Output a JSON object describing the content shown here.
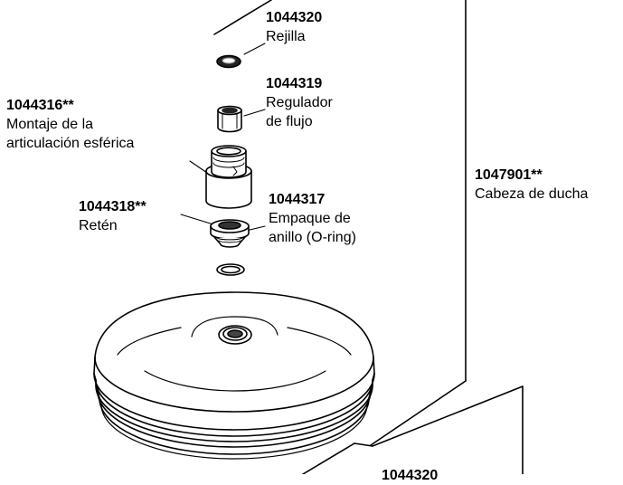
{
  "parts": [
    {
      "key": "rejilla",
      "number": "1044320",
      "name_lines": [
        "Rejilla"
      ]
    },
    {
      "key": "regulador",
      "number": "1044319",
      "name_lines": [
        "Regulador",
        "de flujo"
      ]
    },
    {
      "key": "montaje",
      "number": "1044316**",
      "name_lines": [
        "Montaje de la",
        "articulación esférica"
      ]
    },
    {
      "key": "reten",
      "number": "1044318**",
      "name_lines": [
        "Retén"
      ]
    },
    {
      "key": "empaque",
      "number": "1044317",
      "name_lines": [
        "Empaque de",
        "anillo (O-ring)"
      ]
    },
    {
      "key": "cabeza",
      "number": "1047901**",
      "name_lines": [
        "Cabeza de ducha"
      ]
    },
    {
      "key": "cutoff",
      "number": "1044320"
    }
  ]
}
